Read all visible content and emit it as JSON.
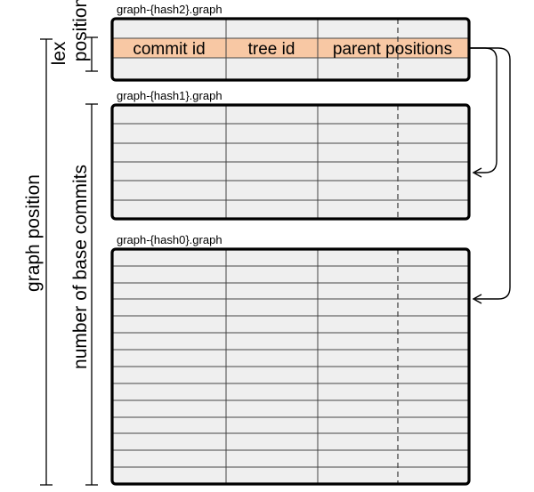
{
  "files": [
    {
      "name": "graph-{hash2}.graph",
      "rows": 3,
      "highlight_row": 1
    },
    {
      "name": "graph-{hash1}.graph",
      "rows": 6
    },
    {
      "name": "graph-{hash0}.graph",
      "rows": 14
    }
  ],
  "columns": [
    "commit id",
    "tree id",
    "parent positions"
  ],
  "labels": {
    "lex_line1": "lex",
    "lex_line2": "position",
    "graph_position": "graph position",
    "base_commits": "number of base commits"
  },
  "colors": {
    "table_fill": "#efefef",
    "highlight_fill": "#f8c8a4",
    "border": "#000000",
    "divider": "#555555"
  }
}
